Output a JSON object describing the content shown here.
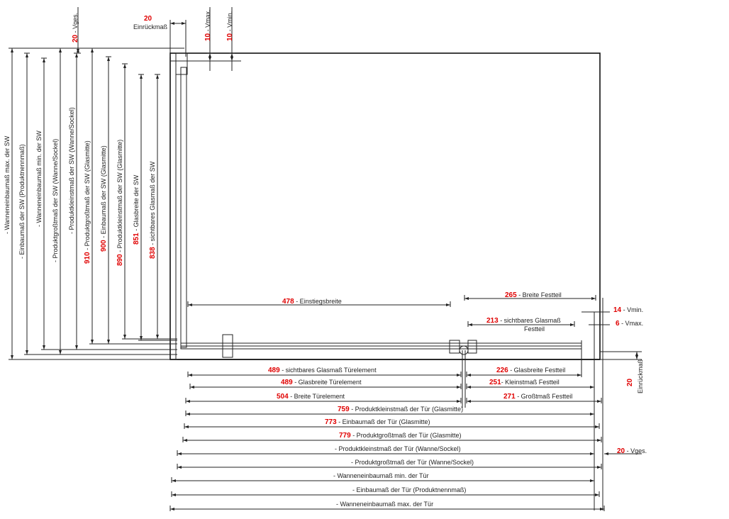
{
  "colors": {
    "value": "#e00000",
    "line": "#222222"
  },
  "top": {
    "einrueck_value": "20",
    "einrueck_label": "Einrückmaß",
    "vges": {
      "value": "20",
      "label": " - Vges."
    },
    "vmax": {
      "value": "10",
      "label": " - Vmax."
    },
    "vmin": {
      "value": "10",
      "label": " - Vmin."
    }
  },
  "left_dims": [
    {
      "value": "",
      "label": "- Wanneneinbaumaß max. der SW"
    },
    {
      "value": "",
      "label": "- Einbaumaß der SW (Produktnennmaß)"
    },
    {
      "value": "",
      "label": "- Wanneneinbaumaß min. der SW"
    },
    {
      "value": "",
      "label": "- Produktgroßtmaß der SW (Wanne/Sockel)"
    },
    {
      "value": "",
      "label": "- Produktkleinstmaß der SW (Wanne/Sockel)"
    },
    {
      "value": "910",
      "label": " - Produktgroßtmaß der SW (Glasmitte)"
    },
    {
      "value": "900",
      "label": " - Einbaumaß der SW (Glasmitte)"
    },
    {
      "value": "890",
      "label": " - Produktkleinstmaß der SW (Glasmitte)"
    },
    {
      "value": "851",
      "label": " - Glasbreite der SW"
    },
    {
      "value": "838",
      "label": " - sichtbares Glasmaß der SW"
    }
  ],
  "upper_dims": {
    "einstieg": {
      "value": "478",
      "label": " - Einstiegsbreite"
    },
    "breite_festteil": {
      "value": "265",
      "label": " - Breite Festteil"
    },
    "sichtbar_festteil": {
      "value": "213",
      "label": " - sichtbares Glasmaß",
      "label2": "Festteil"
    },
    "vmin": {
      "value": "14",
      "label": " - Vmin."
    },
    "vmax": {
      "value": "6",
      "label": " - Vmax."
    }
  },
  "right_side": {
    "einrueck_value": "20",
    "einrueck_label": "Einrückmaß",
    "vges": {
      "value": "20",
      "label": " - Vges."
    }
  },
  "bottom_dims": [
    {
      "value": "489",
      "label": " - sichtbares Glasmaß Türelement"
    },
    {
      "value": "489",
      "label": " - Glasbreite Türelement"
    },
    {
      "value": "504",
      "label": " - Breite Türelement"
    },
    {
      "value": "226",
      "label": " - Glasbreite Festteil"
    },
    {
      "value": "251",
      "label": "- Kleinstmaß Festteil"
    },
    {
      "value": "271",
      "label": " - Großtmaß Festteil"
    },
    {
      "value": "759",
      "label": " - Produktkleinstmaß der Tür (Glasmitte)"
    },
    {
      "value": "773",
      "label": " - Einbaumaß der Tür (Glasmitte)"
    },
    {
      "value": "779",
      "label": " - Produktgroßtmaß der Tür (Glasmitte)"
    },
    {
      "value": "",
      "label": "- Produktkleinstmaß der Tür (Wanne/Sockel)"
    },
    {
      "value": "",
      "label": "- Produktgroßtmaß der Tür (Wanne/Sockel)"
    },
    {
      "value": "",
      "label": "- Wanneneinbaumaß min. der Tür"
    },
    {
      "value": "",
      "label": "- Einbaumaß der Tür (Produktnennmaß)"
    },
    {
      "value": "",
      "label": "- Wanneneinbaumaß max. der Tür"
    }
  ]
}
